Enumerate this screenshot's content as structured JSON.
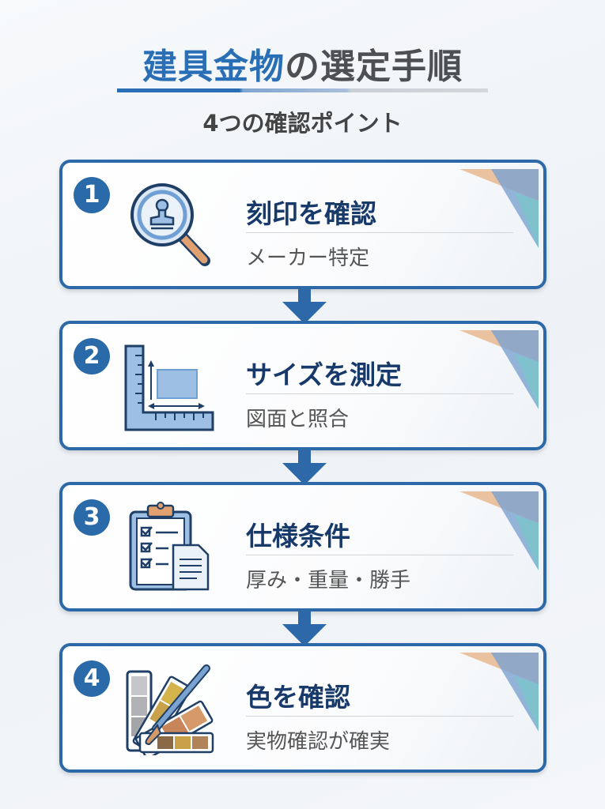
{
  "header": {
    "title_highlight": "建具金物",
    "title_rest": "の選定手順",
    "subtitle": "4つの確認ポイント"
  },
  "steps": [
    {
      "number": "1",
      "title": "刻印を確認",
      "subtitle": "メーカー特定",
      "icon": "magnifier-stamp-icon"
    },
    {
      "number": "2",
      "title": "サイズを測定",
      "subtitle": "図面と照合",
      "icon": "ruler-measure-icon"
    },
    {
      "number": "3",
      "title": "仕様条件",
      "subtitle": "厚み・重量・勝手",
      "icon": "clipboard-checklist-icon"
    },
    {
      "number": "4",
      "title": "色を確認",
      "subtitle": "実物確認が確実",
      "icon": "color-swatch-brush-icon"
    }
  ],
  "colors": {
    "accent": "#2a6fb5",
    "card_border": "#2d69a8",
    "title_navy": "#173a6a",
    "orange": "#e0a070"
  }
}
